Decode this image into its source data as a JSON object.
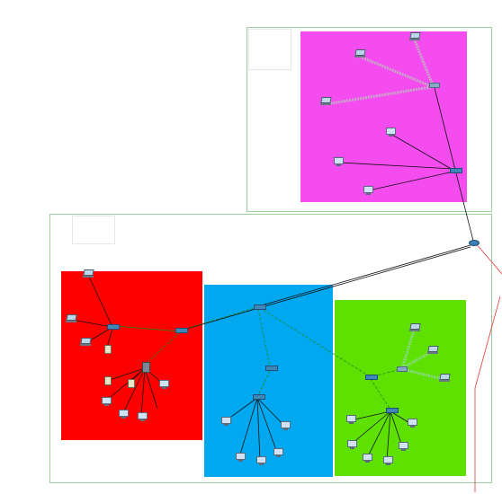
{
  "colors": {
    "zone_red": "#ff0000",
    "zone_blue": "#00a8f0",
    "zone_green": "#5ee000",
    "zone_magenta": "#f54cf0",
    "cluster_border": "#9ccf9c",
    "link_black": "#111111",
    "link_green": "#1a8a1a",
    "link_wireless": "#b8b8b8",
    "wan_red": "#e23a3a"
  },
  "icons": {
    "pc": "pc-icon",
    "laptop": "laptop-icon",
    "switch": "switch-icon",
    "router": "router-icon",
    "server": "server-icon",
    "access_point": "access-point-icon",
    "phone": "ip-phone-icon"
  },
  "main_cluster": {
    "caption": "",
    "note_heading": "",
    "note_lines": [
      "",
      "",
      "",
      "",
      "",
      ""
    ]
  },
  "remote_cluster": {
    "note_lines": [
      "",
      "",
      "",
      "",
      "",
      "",
      "",
      ""
    ]
  },
  "devices": [
    {
      "id": "core-router",
      "type": "router",
      "label": ""
    },
    {
      "id": "remote-switch",
      "type": "switch",
      "label": ""
    },
    {
      "id": "remote-ap",
      "type": "access_point",
      "label": ""
    },
    {
      "id": "mag-laptop-1",
      "type": "laptop",
      "label": ""
    },
    {
      "id": "mag-laptop-2",
      "type": "laptop",
      "label": ""
    },
    {
      "id": "mag-laptop-3",
      "type": "laptop",
      "label": ""
    },
    {
      "id": "mag-pc-1",
      "type": "pc",
      "label": ""
    },
    {
      "id": "mag-pc-2",
      "type": "pc",
      "label": ""
    },
    {
      "id": "mag-pc-3",
      "type": "pc",
      "label": ""
    },
    {
      "id": "red-switch-1",
      "type": "switch",
      "label": ""
    },
    {
      "id": "red-switch-2",
      "type": "switch",
      "label": ""
    },
    {
      "id": "red-server",
      "type": "server",
      "label": ""
    },
    {
      "id": "red-laptop-1",
      "type": "laptop",
      "label": ""
    },
    {
      "id": "red-laptop-2",
      "type": "laptop",
      "label": ""
    },
    {
      "id": "red-laptop-3",
      "type": "laptop",
      "label": ""
    },
    {
      "id": "red-printer",
      "type": "phone",
      "label": ""
    },
    {
      "id": "red-phone-1",
      "type": "phone",
      "label": ""
    },
    {
      "id": "red-phone-2",
      "type": "phone",
      "label": ""
    },
    {
      "id": "red-pc-1",
      "type": "pc",
      "label": ""
    },
    {
      "id": "red-pc-2",
      "type": "pc",
      "label": ""
    },
    {
      "id": "red-pc-3",
      "type": "pc",
      "label": ""
    },
    {
      "id": "red-pc-4",
      "type": "pc",
      "label": ""
    },
    {
      "id": "blue-switch-1",
      "type": "switch",
      "label": ""
    },
    {
      "id": "blue-switch-2",
      "type": "switch",
      "label": ""
    },
    {
      "id": "blue-switch-3",
      "type": "switch",
      "label": ""
    },
    {
      "id": "blue-pc-1",
      "type": "pc",
      "label": ""
    },
    {
      "id": "blue-pc-2",
      "type": "pc",
      "label": ""
    },
    {
      "id": "blue-pc-3",
      "type": "pc",
      "label": ""
    },
    {
      "id": "blue-pc-4",
      "type": "pc",
      "label": ""
    },
    {
      "id": "blue-pc-5",
      "type": "pc",
      "label": ""
    },
    {
      "id": "green-switch-1",
      "type": "switch",
      "label": ""
    },
    {
      "id": "green-switch-2",
      "type": "switch",
      "label": ""
    },
    {
      "id": "green-ap",
      "type": "access_point",
      "label": ""
    },
    {
      "id": "green-laptop-1",
      "type": "laptop",
      "label": ""
    },
    {
      "id": "green-laptop-2",
      "type": "laptop",
      "label": ""
    },
    {
      "id": "green-laptop-3",
      "type": "laptop",
      "label": ""
    },
    {
      "id": "green-pc-1",
      "type": "pc",
      "label": ""
    },
    {
      "id": "green-pc-2",
      "type": "pc",
      "label": ""
    },
    {
      "id": "green-pc-3",
      "type": "pc",
      "label": ""
    },
    {
      "id": "green-pc-4",
      "type": "pc",
      "label": ""
    },
    {
      "id": "green-pc-5",
      "type": "pc",
      "label": ""
    },
    {
      "id": "green-pc-6",
      "type": "pc",
      "label": ""
    }
  ]
}
